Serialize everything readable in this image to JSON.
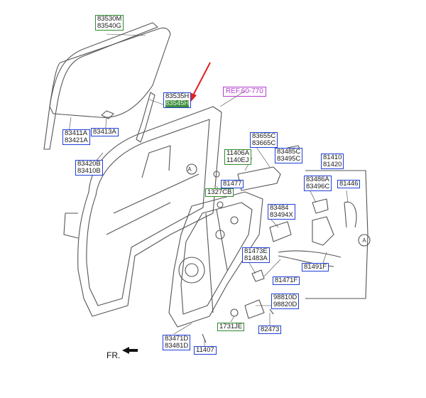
{
  "diagram": {
    "labels": {
      "g1": [
        "83530M",
        "83540G"
      ],
      "g2": [
        "83535H",
        "83545H"
      ],
      "g3": [
        "83411A",
        "83421A"
      ],
      "g4": [
        "83413A"
      ],
      "g5": [
        "83420B",
        "83410B"
      ],
      "g6": [
        "83655C",
        "83665C"
      ],
      "g7": [
        "11406A",
        "1140EJ"
      ],
      "g8": [
        "83485C",
        "83495C"
      ],
      "g9": [
        "81410",
        "81420"
      ],
      "g10": [
        "81477"
      ],
      "g11": [
        "1327CB"
      ],
      "g12": [
        "83486A",
        "83496C"
      ],
      "g13": [
        "81446"
      ],
      "g14": [
        "83484",
        "83494X"
      ],
      "g15": [
        "81473E",
        "81483A"
      ],
      "g16": [
        "81491F"
      ],
      "g17": [
        "81471F"
      ],
      "g18": [
        "98810D",
        "98820D"
      ],
      "g19": [
        "1731JE"
      ],
      "g20": [
        "82473"
      ],
      "g21": [
        "83471D",
        "83481D"
      ],
      "g22": [
        "11407"
      ]
    },
    "ref_label": "REF.60-770",
    "circle_marker": "A",
    "direction_label": "FR.",
    "colors": {
      "callout_border": "#1f3fd8",
      "highlight_border": "#2f8a2f",
      "ref_border": "#b43ad0",
      "pointer_arrow": "#e02020",
      "line_art": "#555555"
    }
  }
}
